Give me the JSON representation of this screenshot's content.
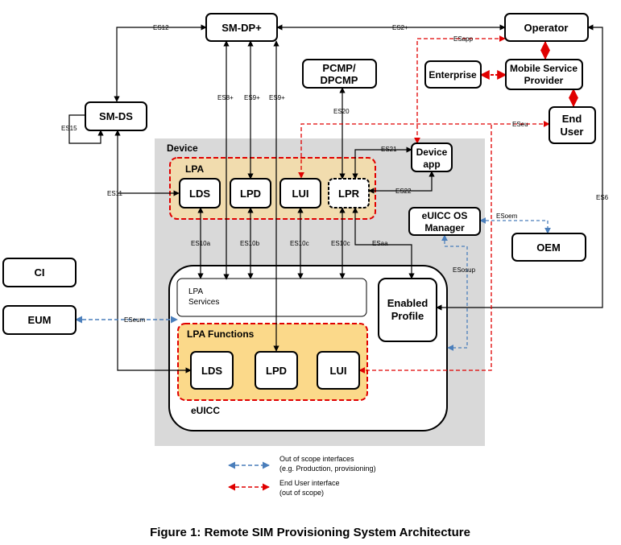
{
  "nodes": {
    "smdp": "SM-DP+",
    "operator": "Operator",
    "pcmp_line1": "PCMP/",
    "pcmp_line2": "DPCMP",
    "enterprise": "Enterprise",
    "msp_line1": "Mobile Service",
    "msp_line2": "Provider",
    "enduser_line1": "End",
    "enduser_line2": "User",
    "smds": "SM-DS",
    "deviceapp_line1": "Device",
    "deviceapp_line2": "app",
    "lds": "LDS",
    "lpd": "LPD",
    "lui": "LUI",
    "lpr": "LPR",
    "euiccos_line1": "eUICC OS",
    "euiccos_line2": "Manager",
    "oem": "OEM",
    "ci": "CI",
    "eum": "EUM",
    "lpaservices_line1": "LPA",
    "lpaservices_line2": "Services",
    "enabled_line1": "Enabled",
    "enabled_line2": "Profile",
    "f_lds": "LDS",
    "f_lpd": "LPD",
    "f_lui": "LUI"
  },
  "regions": {
    "device": "Device",
    "lpa": "LPA",
    "lpa_functions": "LPA Functions",
    "euicc": "eUICC"
  },
  "interfaces": {
    "es12": "ES12",
    "es2plus": "ES2+",
    "esapp": "ESapp",
    "es8plus": "ES8+",
    "es9plus_a": "ES9+",
    "es9plus_b": "ES9+",
    "es20": "ES20",
    "es15": "ES15",
    "eseu": "ESeu",
    "es21": "ES21",
    "es11": "ES11",
    "es22": "ES22",
    "es6": "ES6",
    "esoem": "ESoem",
    "es10a": "ES10a",
    "es10b": "ES10b",
    "es10c_a": "ES10c",
    "es10c_b": "ES10c",
    "esaa": "ESaa",
    "esosup": "ESosup",
    "eseum": "ESeum"
  },
  "legend": {
    "blue_line1": "Out of scope interfaces",
    "blue_line2": "(e.g. Production, provisioning)",
    "red_line1": "End User interface",
    "red_line2": "(out of scope)"
  },
  "caption": "Figure 1: Remote SIM Provisioning System Architecture",
  "colors": {
    "device_bg": "#d9d9d9",
    "lpa_fill": "#f1dcae",
    "lpa_functions_fill": "#fbd98a",
    "red_dashed": "#e00000",
    "blue_dashed": "#4a7ebb"
  }
}
